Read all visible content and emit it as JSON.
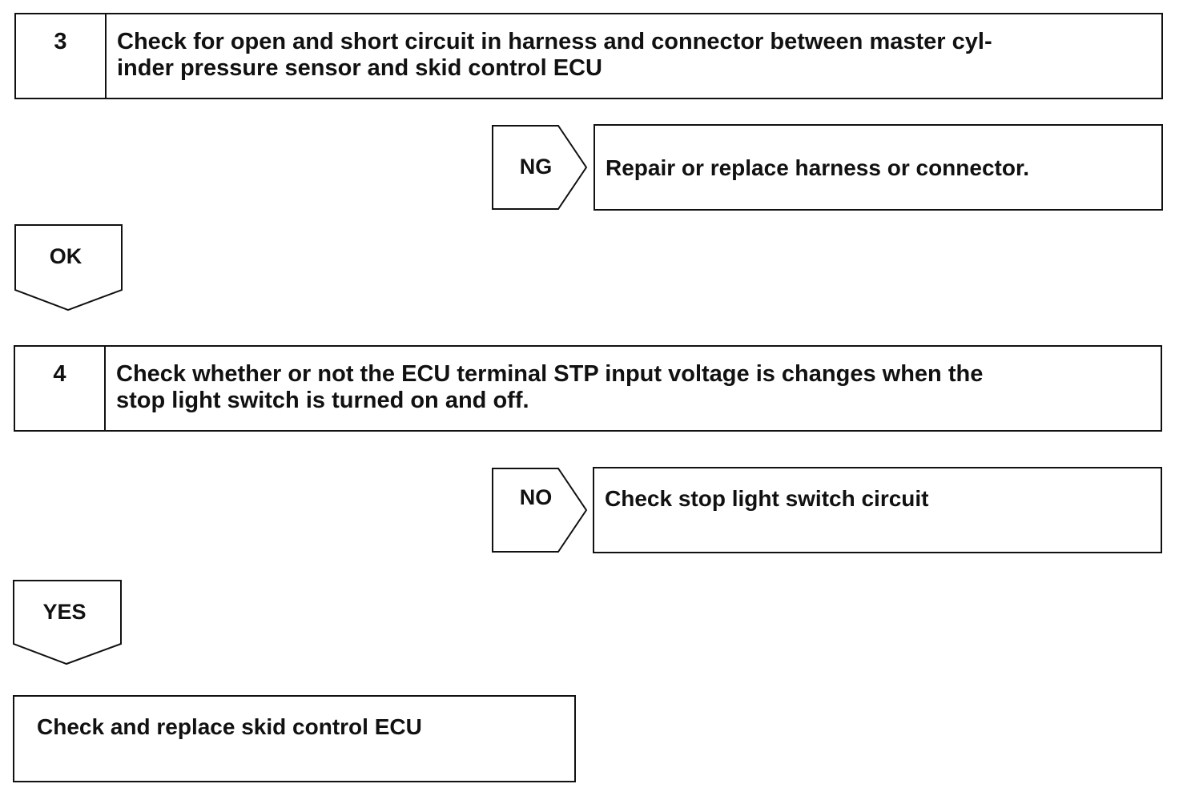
{
  "step3": {
    "number": "3",
    "text_line1": "Check for open and short circuit in harness and connector between master cyl-",
    "text_line2": "inder pressure sensor and skid control ECU"
  },
  "ng_branch": {
    "label": "NG",
    "result": "Repair or replace harness or connector."
  },
  "ok_arrow": {
    "label": "OK"
  },
  "step4": {
    "number": "4",
    "text_line1": "Check whether or not the ECU terminal STP input voltage is changes when the",
    "text_line2": "stop light switch is turned on and off."
  },
  "no_branch": {
    "label": "NO",
    "result": "Check stop light switch circuit"
  },
  "yes_arrow": {
    "label": "YES"
  },
  "final": {
    "text": "Check and replace skid control ECU"
  },
  "colors": {
    "line": "#111111",
    "background": "#ffffff"
  }
}
